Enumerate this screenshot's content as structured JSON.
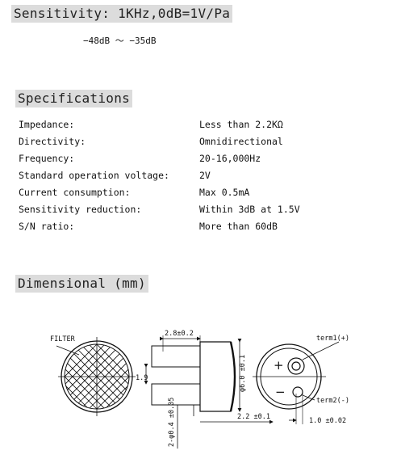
{
  "sensitivity": {
    "header": "Sensitivity: 1KHz,0dB=1V/Pa",
    "range": "−48dB ～ −35dB"
  },
  "specifications": {
    "header": "Specifications",
    "rows": [
      {
        "label": "Impedance:",
        "value": "Less than 2.2KΩ"
      },
      {
        "label": "Directivity:",
        "value": "Omnidirectional"
      },
      {
        "label": "Frequency:",
        "value": "20-16,000Hz"
      },
      {
        "label": "Standard operation voltage:",
        "value": "2V"
      },
      {
        "label": "Current consumption:",
        "value": "Max 0.5mA"
      },
      {
        "label": "Sensitivity reduction:",
        "value": "Within 3dB at 1.5V"
      },
      {
        "label": "S/N ratio:",
        "value": "More than 60dB"
      }
    ]
  },
  "dimensional": {
    "header": "Dimensional (mm)",
    "labels": {
      "filter": "FILTER",
      "width": "2.8±0.2",
      "height": "1.9",
      "pin": "2-φ0.4 ±0.05",
      "diameter": "φ6.0 ±0.1",
      "depth": "2.2 ±0.1",
      "term1": "term1(+)",
      "term2": "term2(-)",
      "spacing": "1.0 ±0.02",
      "plus": "+",
      "minus": "−"
    }
  }
}
